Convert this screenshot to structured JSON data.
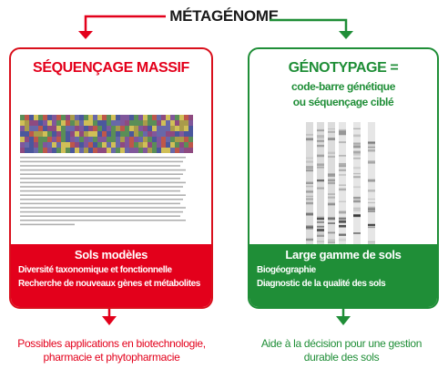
{
  "title": "MÉTAGÉNOME",
  "left_card": {
    "title": "SÉQUENÇAGE MASSIF",
    "footer_title": "Sols modèles",
    "footer_lines": [
      "Diversité taxonomique et fonctionnelle",
      "Recherche de nouveaux gènes et métabolites"
    ],
    "outcome": [
      "Possibles applications en biotechnologie,",
      "pharmacie et phytopharmacie"
    ]
  },
  "right_card": {
    "title": "GÉNOTYPAGE =",
    "subtitle": [
      "code-barre génétique",
      "ou séquençage ciblé"
    ],
    "footer_title": "Large gamme de sols",
    "footer_lines": [
      "Biogéographie",
      "Diagnostic de la qualité des sols"
    ],
    "outcome": [
      "Aide à la décision pour une gestion",
      "durable des sols"
    ]
  },
  "colors": {
    "red": "#e3001b",
    "green": "#1f8e37"
  }
}
